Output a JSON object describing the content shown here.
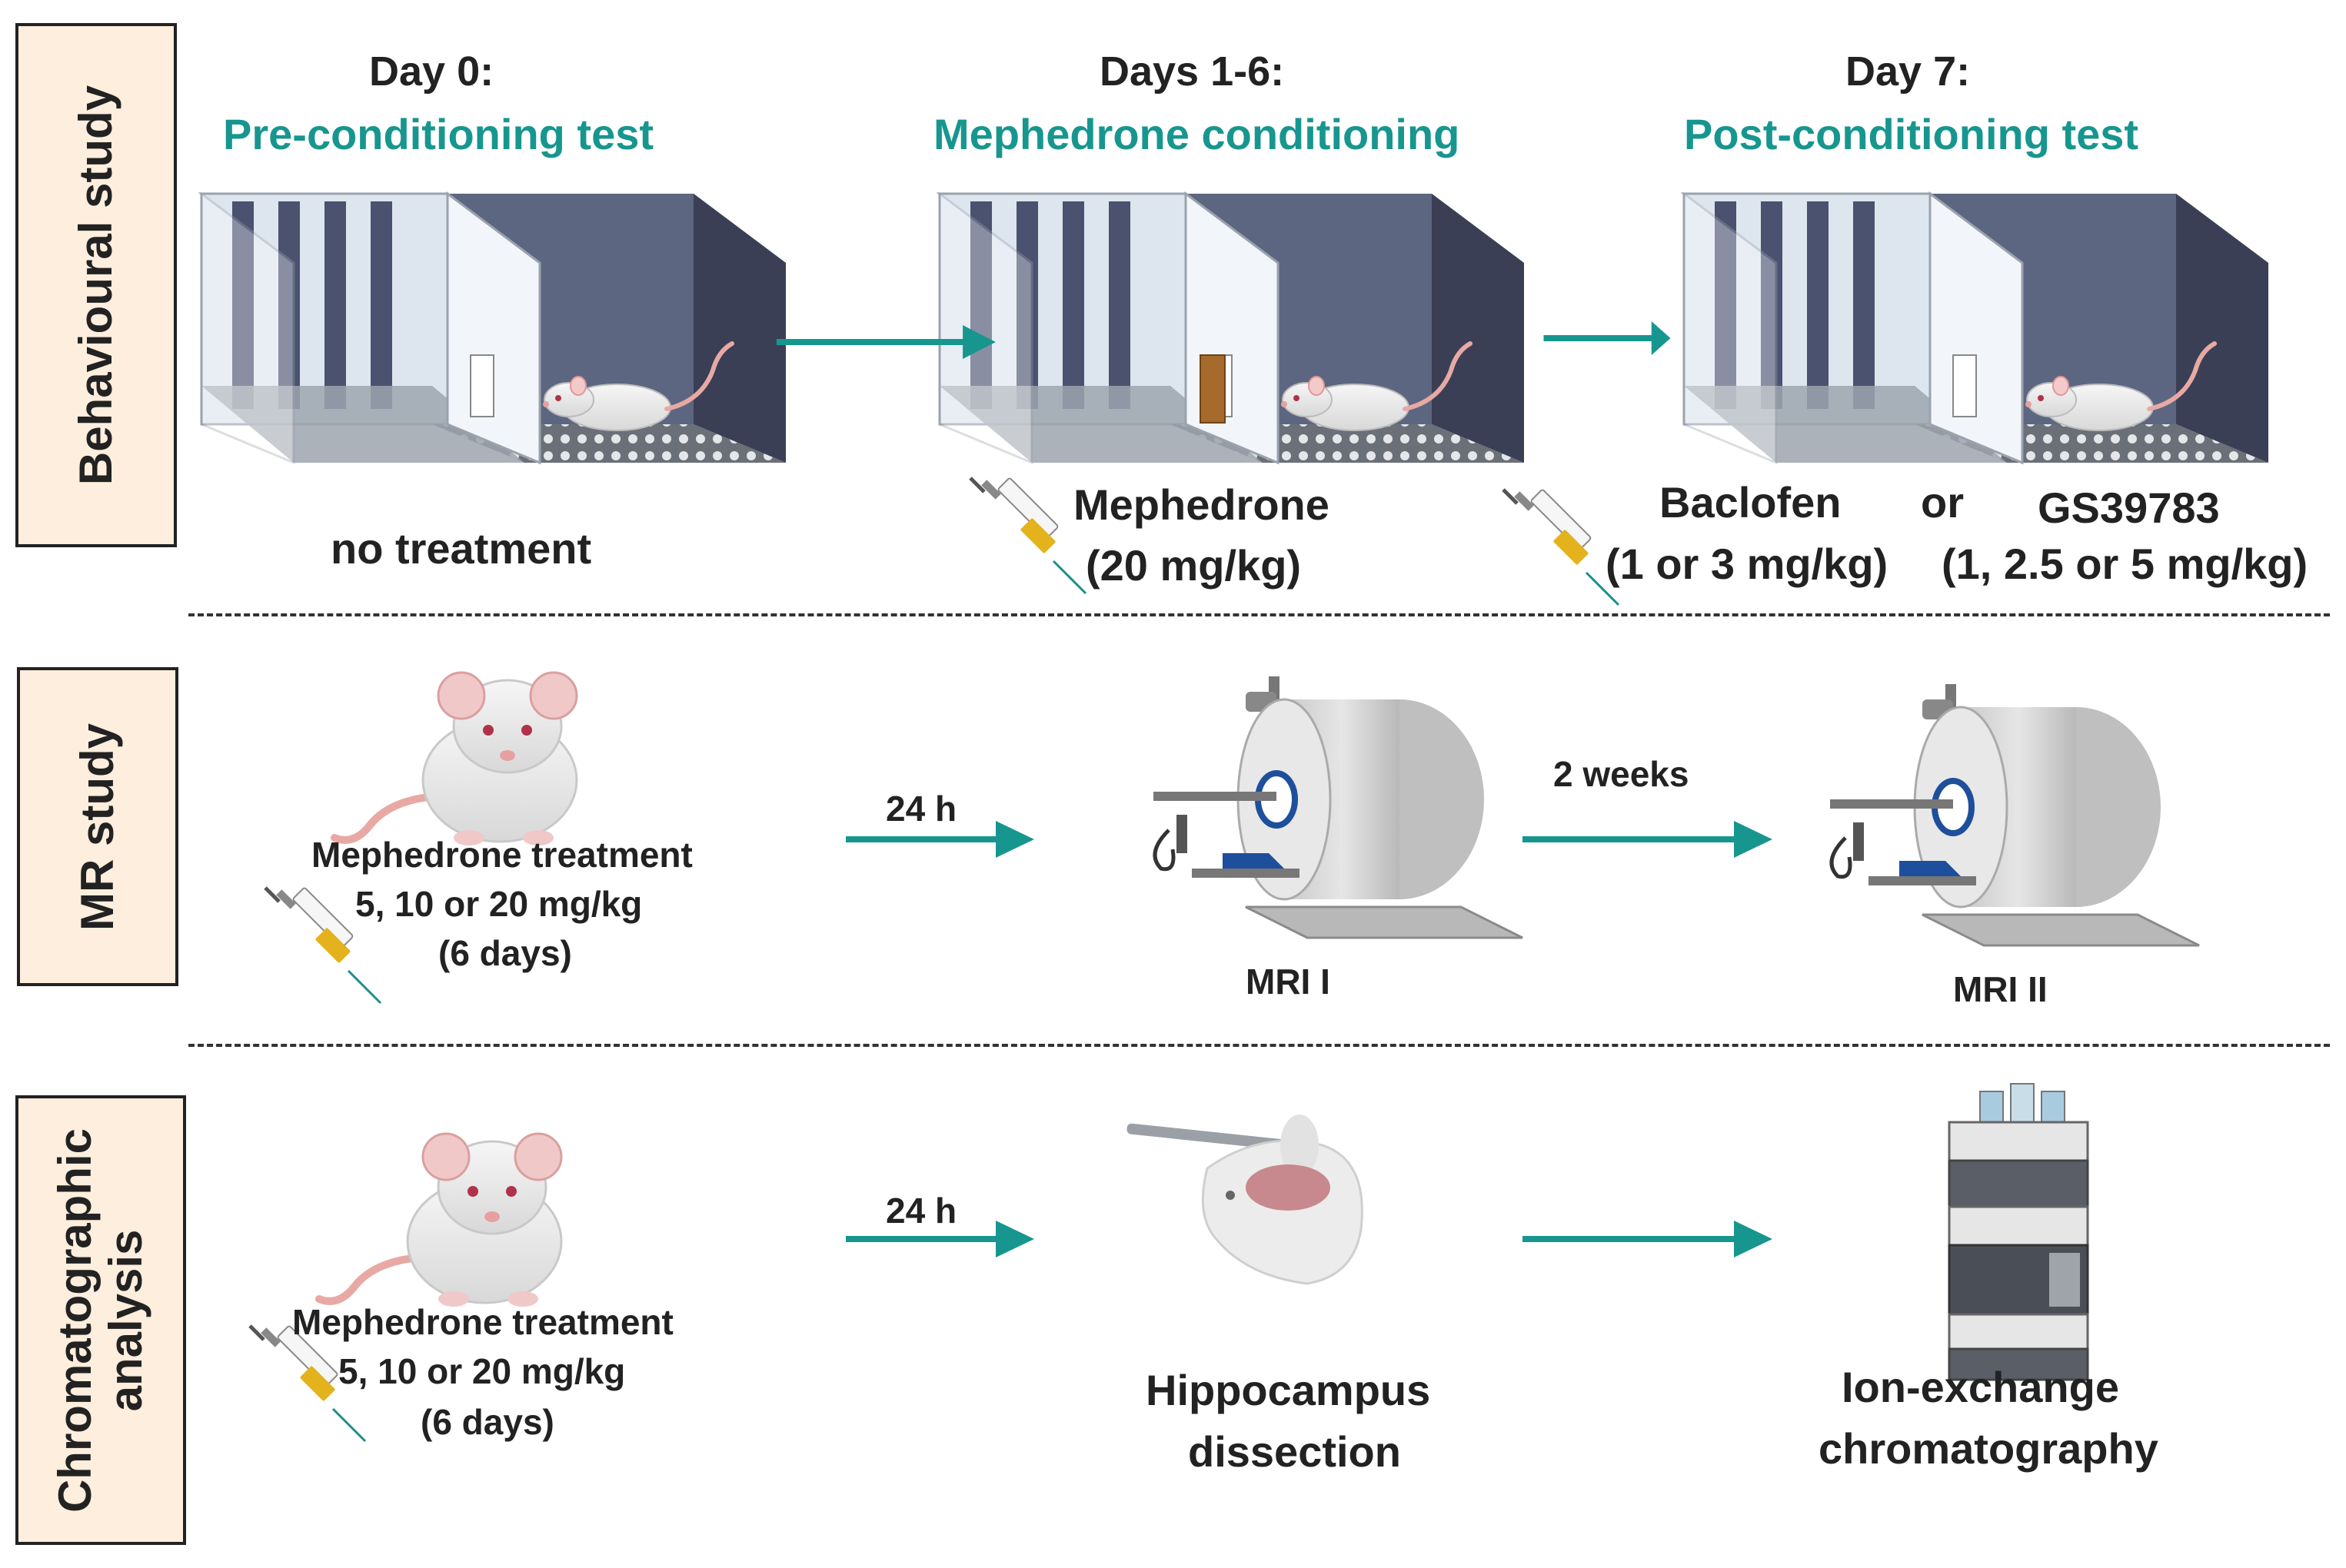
{
  "colors": {
    "teal": "#17968f",
    "label_bg": "#fdeedd",
    "text": "#222222"
  },
  "rows": {
    "behavioural": {
      "label": "Behavioural study",
      "steps": [
        {
          "day": "Day 0:",
          "phase": "Pre-conditioning test",
          "treatment": "no treatment"
        },
        {
          "day": "Days 1-6:",
          "phase": "Mephedrone conditioning",
          "drug": "Mephedrone",
          "dose": "(20 mg/kg)"
        },
        {
          "day": "Day 7:",
          "phase": "Post-conditioning test",
          "drug_a": "Baclofen",
          "dose_a": "(1 or 3 mg/kg)",
          "connector": "or",
          "drug_b": "GS39783",
          "dose_b": "(1, 2.5 or 5 mg/kg)"
        }
      ]
    },
    "mr": {
      "label": "MR  study",
      "treatment": {
        "line1": "Mephedrone treatment",
        "line2": "5, 10 or 20 mg/kg",
        "line3": "(6 days)"
      },
      "arrow1": "24 h",
      "scan1": "MRI I",
      "arrow2": "2 weeks",
      "scan2": "MRI II"
    },
    "chromatographic": {
      "label_line1": "Chromatographic",
      "label_line2": "analysis",
      "treatment": {
        "line1": "Mephedrone treatment",
        "line2": "5, 10 or 20 mg/kg",
        "line3": "(6 days)"
      },
      "arrow1": "24 h",
      "step2_line1": "Hippocampus",
      "step2_line2": "dissection",
      "step3_line1": "Ion-exchange",
      "step3_line2": "chromatography"
    }
  }
}
